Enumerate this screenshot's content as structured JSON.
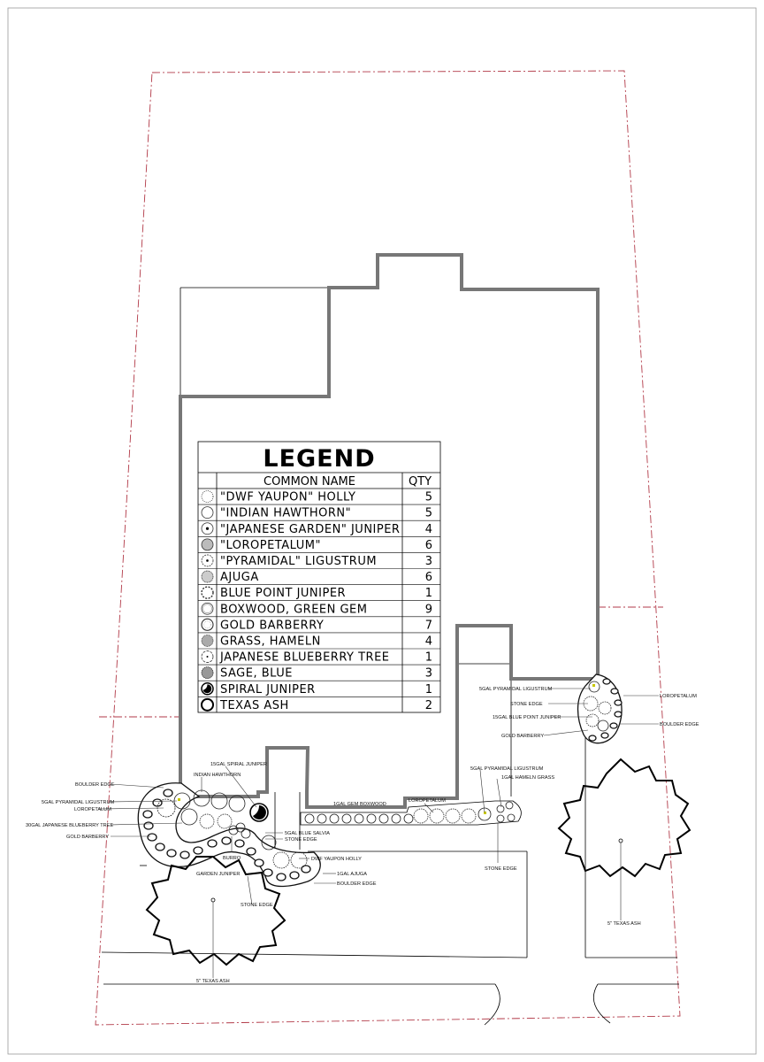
{
  "legend": {
    "title": "LEGEND",
    "col_name": "COMMON NAME",
    "col_qty": "QTY",
    "rows": [
      {
        "name": "\"DWF YAUPON\" HOLLY",
        "qty": "5",
        "symbol": "dotted-circle"
      },
      {
        "name": "\"INDIAN HAWTHORN\"",
        "qty": "5",
        "symbol": "plain-circle"
      },
      {
        "name": "\"JAPANESE GARDEN\" JUNIPER",
        "qty": "4",
        "symbol": "star-circle"
      },
      {
        "name": "\"LOROPETALUM\"",
        "qty": "6",
        "symbol": "hatched-circle"
      },
      {
        "name": "\"PYRAMIDAL\" LIGUSTRUM",
        "qty": "3",
        "symbol": "center-dot-circle"
      },
      {
        "name": "AJUGA",
        "qty": "6",
        "symbol": "scribble-circle"
      },
      {
        "name": "BLUE POINT JUNIPER",
        "qty": "1",
        "symbol": "spiky-circle"
      },
      {
        "name": "BOXWOOD, GREEN GEM",
        "qty": "9",
        "symbol": "double-circle"
      },
      {
        "name": "GOLD BARBERRY",
        "qty": "7",
        "symbol": "ring-circle"
      },
      {
        "name": "GRASS, HAMELN",
        "qty": "4",
        "symbol": "grass-circle"
      },
      {
        "name": "JAPANESE BLUEBERRY TREE",
        "qty": "1",
        "symbol": "tree-circle"
      },
      {
        "name": "SAGE, BLUE",
        "qty": "3",
        "symbol": "flower-circle"
      },
      {
        "name": "SPIRAL JUNIPER",
        "qty": "1",
        "symbol": "spiral-circle"
      },
      {
        "name": "TEXAS ASH",
        "qty": "2",
        "symbol": "bold-circle"
      }
    ]
  },
  "labels": {
    "loropetalum_right": "LOROPETALUM",
    "pyr_ligustrum_right": "5GAL PYRAMIDAL LIGUSTRUM",
    "stone_edge_right": "STONE EDGE",
    "blue_point_juniper": "15GAL BLUE POINT JUNIPER",
    "boulder_edge_right": "BOULDER EDGE",
    "gold_barberry_right": "GOLD BARBERRY",
    "spiral_juniper": "15GAL SPIRAL JUNIPER",
    "indian_hawthorn": "INDIAN HAWTHORN",
    "boulder_edge_left": "BOULDER EDGE",
    "pyr_ligustrum_left": "5GAL PYRAMIDAL LIGUSTRUM",
    "loropetalum_left": "LOROPETALUM",
    "jp_blueberry": "30GAL JAPANESE BLUEBERRY TREE",
    "gold_barberry_left": "GOLD BARBERRY",
    "blue_salvia": "5GAL BLUE SALVIA",
    "stone_edge_mid": "STONE EDGE",
    "burro": "BURRO",
    "garden_juniper": "GARDEN JUNIPER",
    "dwf_yaupon": "DWF YAUPON HOLLY",
    "ajuga": "1GAL AJUGA",
    "boulder_edge_mid": "BOULDER EDGE",
    "stone_edge_low": "STONE EDGE",
    "gem_boxwood": "1GAL GEM BOXWOOD",
    "loropetalum_mid": "LOROPETALUM",
    "pyr_ligustrum_mid": "5GAL PYRAMIDAL LIGUSTRUM",
    "hameln_grass": "1GAL HAMELN GRASS",
    "stone_edge_center": "STONE EDGE",
    "texas_ash_right": "5\" TEXAS ASH",
    "texas_ash_left": "5\" TEXAS ASH"
  },
  "colors": {
    "property_line": "#b23a48",
    "house_wall": "#777777",
    "accent_marker": "#c8c800"
  }
}
